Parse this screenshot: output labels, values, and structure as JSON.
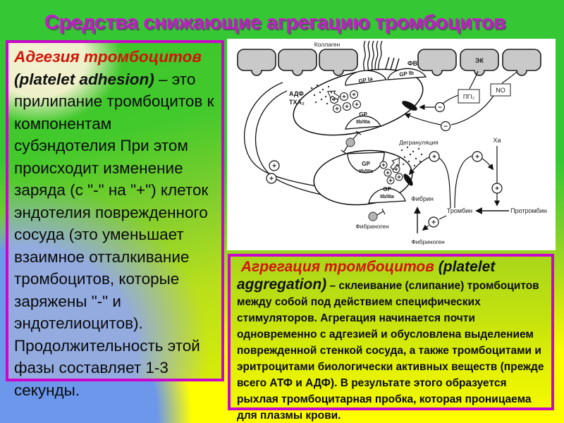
{
  "slide": {
    "title": "Средства снижающие агрегацию тромбоцитов"
  },
  "adhesion_panel": {
    "heading_ru": "Адгезия тромбоцитов",
    "heading_en": " (platelet adhesion)",
    "body": " – это прилипание тромбоцитов к компонентам субэндотелия При этом происходит изменение заряда (с \"-\" на \"+\") клеток эндотелия поврежденного сосуда (это уменьшает взаимное отталкивание тромбоцитов, которые заряжены \"-\" и эндотелиоцитов). Продолжительность этой фазы составляет 1-3 секунды."
  },
  "aggregation_panel": {
    "heading_ru": " Агрегация тромбоцитов",
    "heading_en": " (platelet aggregation)",
    "body": " – склеивание (слипание) тромбоцитов между собой под действием специфических стимуляторов. Агрегация начинается почти одновременно с адгезией и обусловлена выделением поврежденной стенкой сосуда, а также тромбоцитами и эритроцитами биологически активных веществ (прежде всего АТФ и АДФ). В результате этого образуется рыхлая тромбоцитарная пробка, которая проницаема для плазмы крови."
  },
  "diagram": {
    "labels": {
      "collagen": "Коллаген",
      "vwf": "ФВ",
      "ec": "ЭК",
      "no": "NO",
      "pgi2": "ПГI₂",
      "adp": "АДФ",
      "txa2": "ТХА₂",
      "gp_ia": "GP Ia",
      "gp_ib": "GP Ib",
      "gp2b3a_line1": "GP",
      "gp2b3a_line2": "IIb/IIIa",
      "degranulation": "Дегрануляция",
      "fibrin": "Фибрин",
      "fibrinogen": "Фибриноген",
      "thrombin": "Тромбин",
      "prothrombin": "Протромбин",
      "xa": "Ха",
      "plus": "+",
      "minus": "−"
    }
  },
  "colors": {
    "title_magenta": "#c41cc8",
    "panel_border": "#ca06ca",
    "heading_red": "#d21407",
    "bg_green": "#35c834",
    "bg_blue": "#6d97ea",
    "bg_yellow": "#ffff00"
  }
}
